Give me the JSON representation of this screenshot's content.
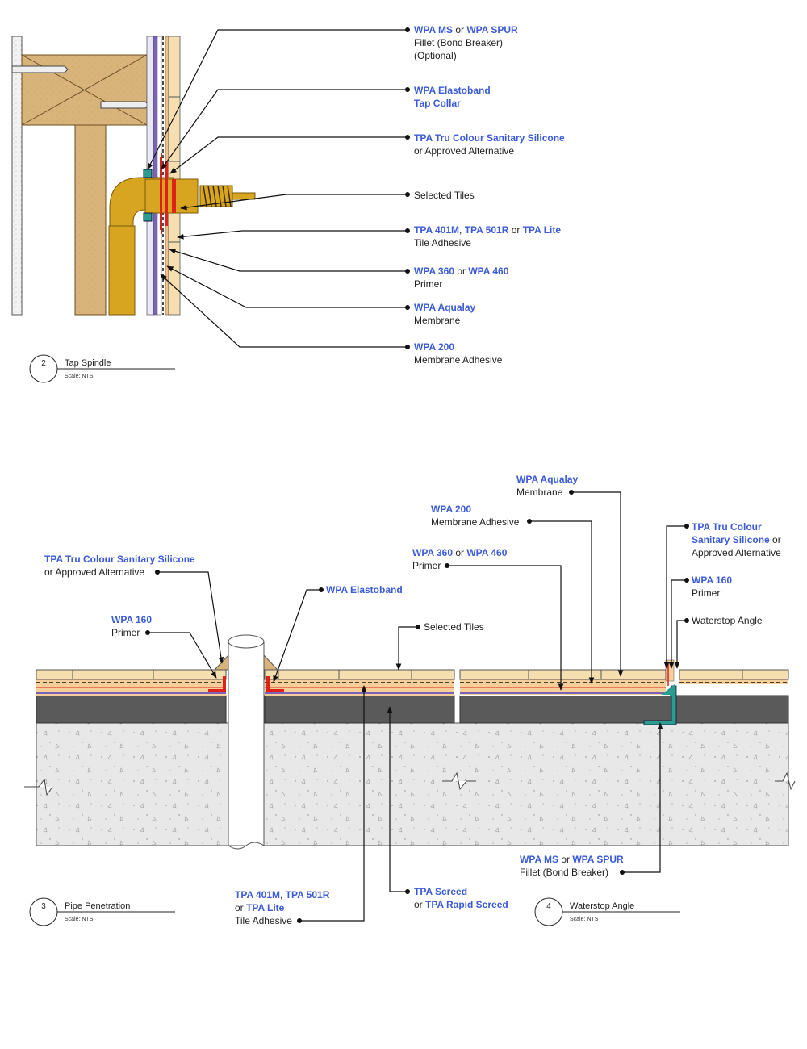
{
  "colors": {
    "brand_blue": "#3b5bd9",
    "timber": "#d9b47a",
    "brass": "#d8a520",
    "membrane_red": "#e0201a",
    "waterstop_teal": "#2a9d8f",
    "screed": "#5a5a5a",
    "concrete": "#e6e6e6",
    "tile": "#f5deb0"
  },
  "tap": {
    "caption": {
      "number": "2",
      "title": "Tap Spindle",
      "scale": "Scale:  NTS"
    },
    "labels": [
      {
        "bold": [
          "WPA MS"
        ],
        "line1": [
          {
            "t": "WPA MS",
            "b": true
          },
          {
            "t": " or ",
            "b": false
          },
          {
            "t": "WPA SPUR",
            "b": true
          }
        ],
        "line2": "Fillet (Bond Breaker)",
        "line3": "(Optional)"
      },
      {
        "line1": [
          {
            "t": "WPA Elastoband",
            "b": true
          }
        ],
        "line2b": "Tap Collar"
      },
      {
        "line1": [
          {
            "t": "TPA Tru Colour Sanitary Silicone",
            "b": true
          }
        ],
        "line2": "or Approved Alternative"
      },
      {
        "line1": [
          {
            "t": "Selected Tiles",
            "b": false
          }
        ]
      },
      {
        "line1": [
          {
            "t": "TPA 401M",
            "b": true
          },
          {
            "t": ", ",
            "b": false
          },
          {
            "t": "TPA 501R",
            "b": true
          },
          {
            "t": " or ",
            "b": false
          },
          {
            "t": "TPA Lite",
            "b": true
          }
        ],
        "line2": "Tile Adhesive"
      },
      {
        "line1": [
          {
            "t": "WPA 360",
            "b": true
          },
          {
            "t": " or ",
            "b": false
          },
          {
            "t": "WPA 460",
            "b": true
          }
        ],
        "line2": "Primer"
      },
      {
        "line1": [
          {
            "t": "WPA Aqualay",
            "b": true
          }
        ],
        "line2": "Membrane"
      },
      {
        "line1": [
          {
            "t": "WPA 200",
            "b": true
          }
        ],
        "line2": "Membrane Adhesive"
      }
    ]
  },
  "floor": {
    "caption_pipe": {
      "number": "3",
      "title": "Pipe Penetration",
      "scale": "Scale:  NTS"
    },
    "caption_waterstop": {
      "number": "4",
      "title": "Waterstop Angle",
      "scale": "Scale:  NTS"
    },
    "labels": {
      "aqualay": {
        "line1": [
          {
            "t": "WPA Aqualay",
            "b": true
          }
        ],
        "line2": "Membrane"
      },
      "wpa200": {
        "line1": [
          {
            "t": "WPA 200",
            "b": true
          }
        ],
        "line2": "Membrane Adhesive"
      },
      "primer360": {
        "line1": [
          {
            "t": "WPA 360",
            "b": true
          },
          {
            "t": " or ",
            "b": false
          },
          {
            "t": "WPA 460",
            "b": true
          }
        ],
        "line2": "Primer"
      },
      "silicone_right": {
        "line1": [
          {
            "t": "TPA Tru Colour",
            "b": true
          }
        ],
        "line2": [
          {
            "t": "Sanitary Silicone",
            "b": true
          },
          {
            "t": " or",
            "b": false
          }
        ],
        "line3": "Approved Alternative"
      },
      "wpa160_right": {
        "line1": [
          {
            "t": "WPA 160",
            "b": true
          }
        ],
        "line2": "Primer"
      },
      "waterstop": {
        "line1": [
          {
            "t": "Waterstop Angle",
            "b": false
          }
        ]
      },
      "silicone_left": {
        "line1": [
          {
            "t": "TPA Tru Colour Sanitary Silicone",
            "b": true
          }
        ],
        "line2": "or Approved Alternative"
      },
      "elastoband": {
        "line1": [
          {
            "t": "WPA Elastoband",
            "b": true
          }
        ]
      },
      "wpa160_left": {
        "line1": [
          {
            "t": "WPA 160",
            "b": true
          }
        ],
        "line2": "Primer"
      },
      "tiles": {
        "line1": [
          {
            "t": "Selected Tiles",
            "b": false
          }
        ]
      },
      "fillet": {
        "line1": [
          {
            "t": "WPA MS",
            "b": true
          },
          {
            "t": " or ",
            "b": false
          },
          {
            "t": "WPA SPUR",
            "b": true
          }
        ],
        "line2": "Fillet (Bond Breaker)"
      },
      "screed": {
        "line1": [
          {
            "t": "TPA Screed",
            "b": true
          }
        ],
        "line2": [
          {
            "t": "or ",
            "b": false
          },
          {
            "t": "TPA Rapid Screed",
            "b": true
          }
        ]
      },
      "adhesive": {
        "line1": [
          {
            "t": "TPA 401M",
            "b": true
          },
          {
            "t": ", ",
            "b": false
          },
          {
            "t": "TPA 501R",
            "b": true
          }
        ],
        "line2": [
          {
            "t": "or ",
            "b": false
          },
          {
            "t": "TPA Lite",
            "b": true
          }
        ],
        "line3": "Tile Adhesive"
      }
    }
  }
}
